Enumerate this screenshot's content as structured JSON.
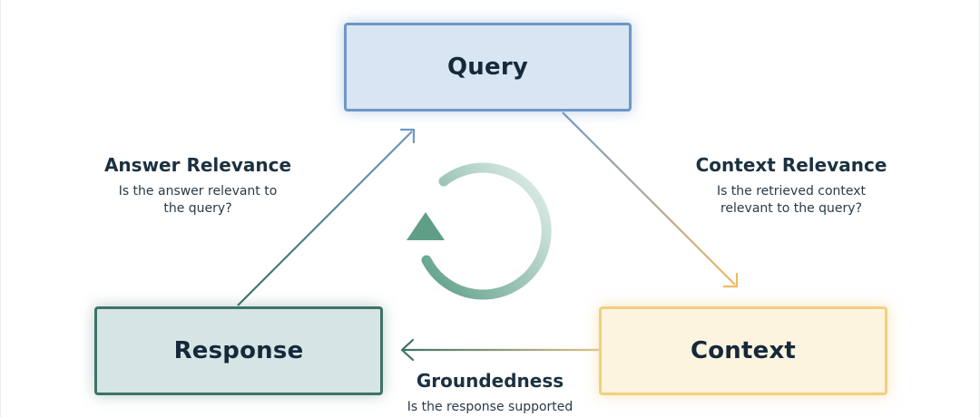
{
  "nodes": {
    "query": "Query",
    "response": "Response",
    "context": "Context"
  },
  "edges": {
    "answer_relevance": {
      "title": "Answer Relevance",
      "line1": "Is the answer relevant to",
      "line2": "the query?"
    },
    "context_relevance": {
      "title": "Context Relevance",
      "line1": "Is the retrieved context",
      "line2": "relevant to the query?"
    },
    "groundedness": {
      "title": "Groundedness",
      "line1": "Is the response supported"
    }
  },
  "colors": {
    "query_fill": "#d8e5f3",
    "query_border": "#6e98c6",
    "response_fill": "#d5e5e3",
    "response_border": "#3f7267",
    "context_fill": "#fdf4e0",
    "context_border": "#f2cf7f",
    "cycle_accent": "#5f9f87"
  },
  "icons": {
    "center": "cycle-refresh-icon"
  }
}
